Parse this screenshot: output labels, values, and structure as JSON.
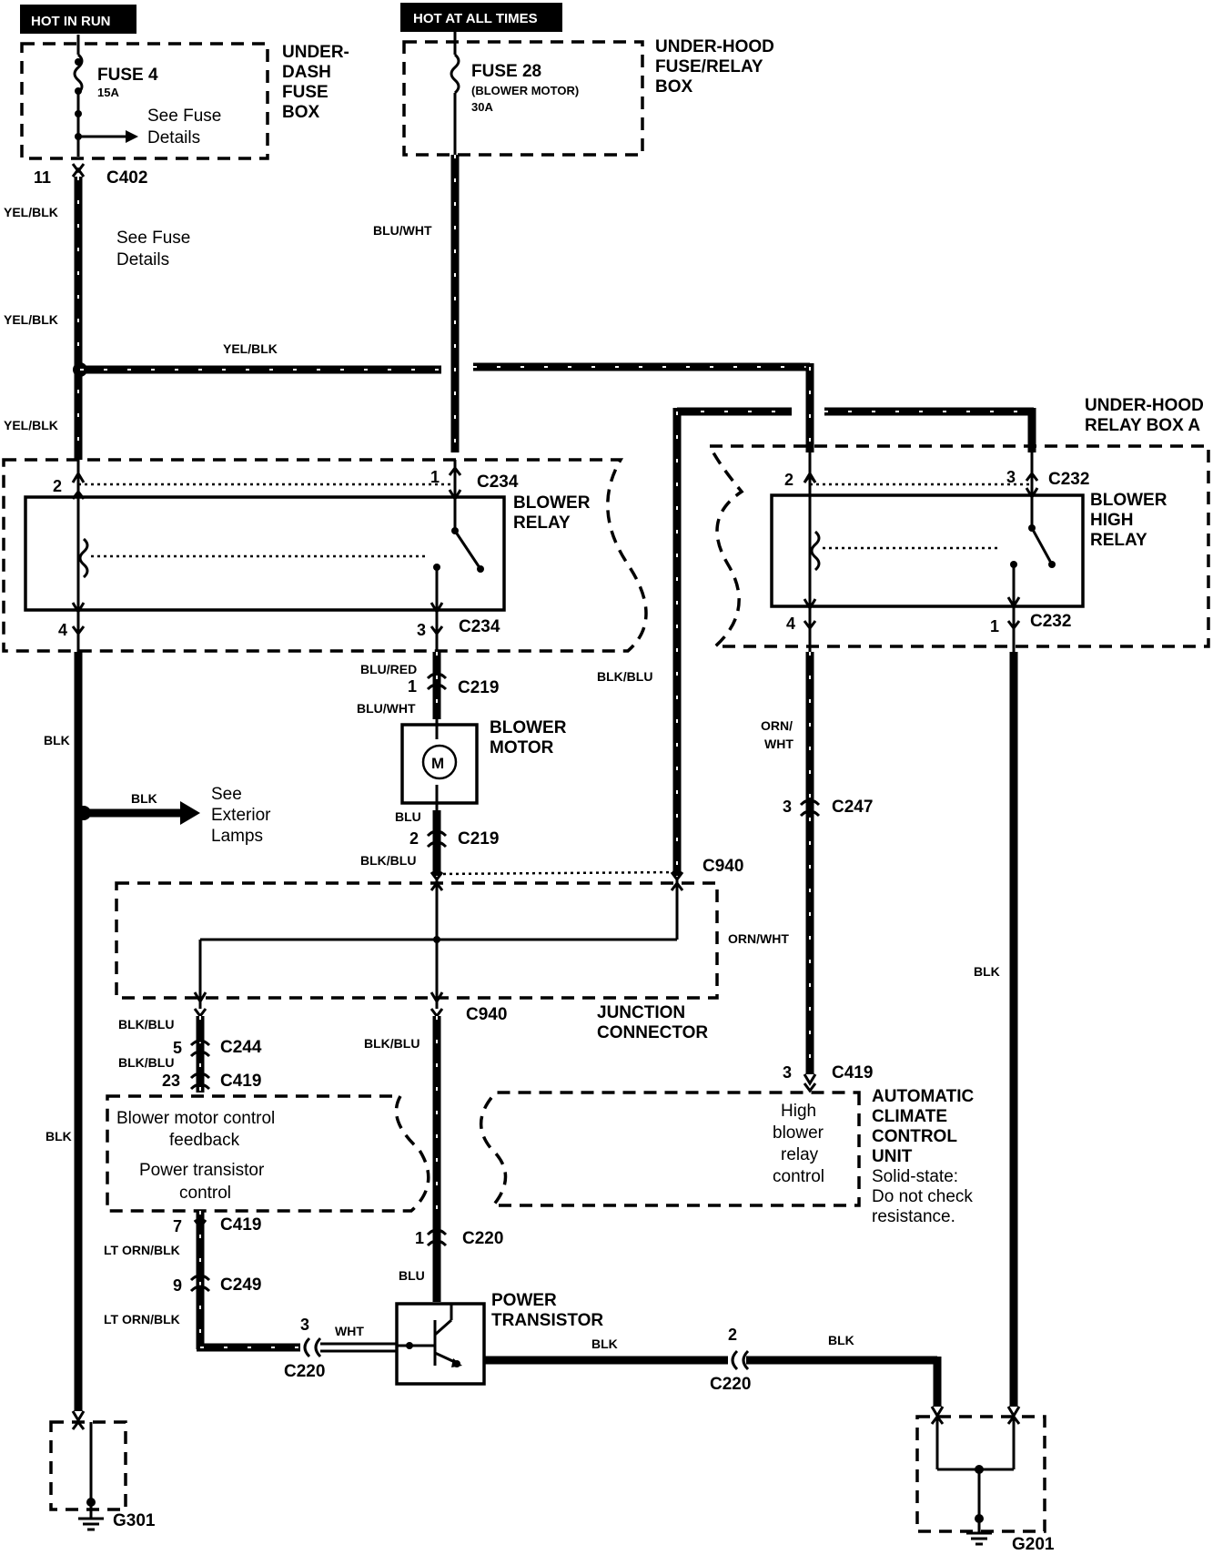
{
  "power": {
    "hot_in_run": "HOT IN RUN",
    "hot_at_all_times": "HOT AT ALL TIMES"
  },
  "fuse4": {
    "name": "FUSE 4",
    "rating": "15A",
    "see_details": [
      "See Fuse",
      "Details"
    ],
    "box": [
      "UNDER-",
      "DASH",
      "FUSE",
      "BOX"
    ],
    "pin": "11",
    "connector": "C402"
  },
  "fuse28": {
    "name": "FUSE 28",
    "sub": "(BLOWER MOTOR)",
    "rating": "30A",
    "box": [
      "UNDER-HOOD",
      "FUSE/RELAY",
      "BOX"
    ]
  },
  "wires": {
    "yel_blk": "YEL/BLK",
    "blu_wht": "BLU/WHT",
    "blu_red": "BLU/RED",
    "blu": "BLU",
    "blk": "BLK",
    "blk_blu": "BLK/BLU",
    "orn_wht": "ORN/WHT",
    "orn": "ORN/",
    "wht": "WHT",
    "lt_orn_blk": "LT ORN/BLK"
  },
  "see_fuse_details_mid": [
    "See Fuse",
    "Details"
  ],
  "relay_box_a": [
    "UNDER-HOOD",
    "RELAY BOX A"
  ],
  "blower_relay": {
    "name": [
      "BLOWER",
      "RELAY"
    ],
    "connector": "C234",
    "pins": [
      "1",
      "2",
      "3",
      "4"
    ]
  },
  "blower_high_relay": {
    "name": [
      "BLOWER",
      "HIGH",
      "RELAY"
    ],
    "connector": "C232",
    "pins": [
      "2",
      "3",
      "4",
      "1"
    ]
  },
  "blower_motor": {
    "name": [
      "BLOWER",
      "MOTOR"
    ],
    "symbol": "M",
    "connector": "C219",
    "pins": [
      "1",
      "2"
    ]
  },
  "exterior": [
    "See",
    "Exterior",
    "Lamps"
  ],
  "junction": {
    "name": [
      "JUNCTION",
      "CONNECTOR"
    ],
    "connector": "C940"
  },
  "connectors": {
    "c247": "C247",
    "c247_pin": "3",
    "c244": "C244",
    "c244_pin": "5",
    "c419": "C419",
    "c419_pin23": "23",
    "c419_pin3": "3",
    "c419_pin7": "7",
    "c249": "C249",
    "c249_pin": "9",
    "c220": "C220",
    "c220_pin1": "1",
    "c220_pin3": "3",
    "c220_pin2": "2"
  },
  "acc_unit": {
    "name": [
      "AUTOMATIC",
      "CLIMATE",
      "CONTROL",
      "UNIT"
    ],
    "note": [
      "Solid-state:",
      "Do not check",
      "resistance."
    ],
    "left_text": [
      "Blower motor control",
      "feedback",
      "Power transistor",
      "control"
    ],
    "right_text": [
      "High",
      "blower",
      "relay",
      "control"
    ]
  },
  "power_transistor": [
    "POWER",
    "TRANSISTOR"
  ],
  "grounds": {
    "g301": "G301",
    "g201": "G201"
  }
}
